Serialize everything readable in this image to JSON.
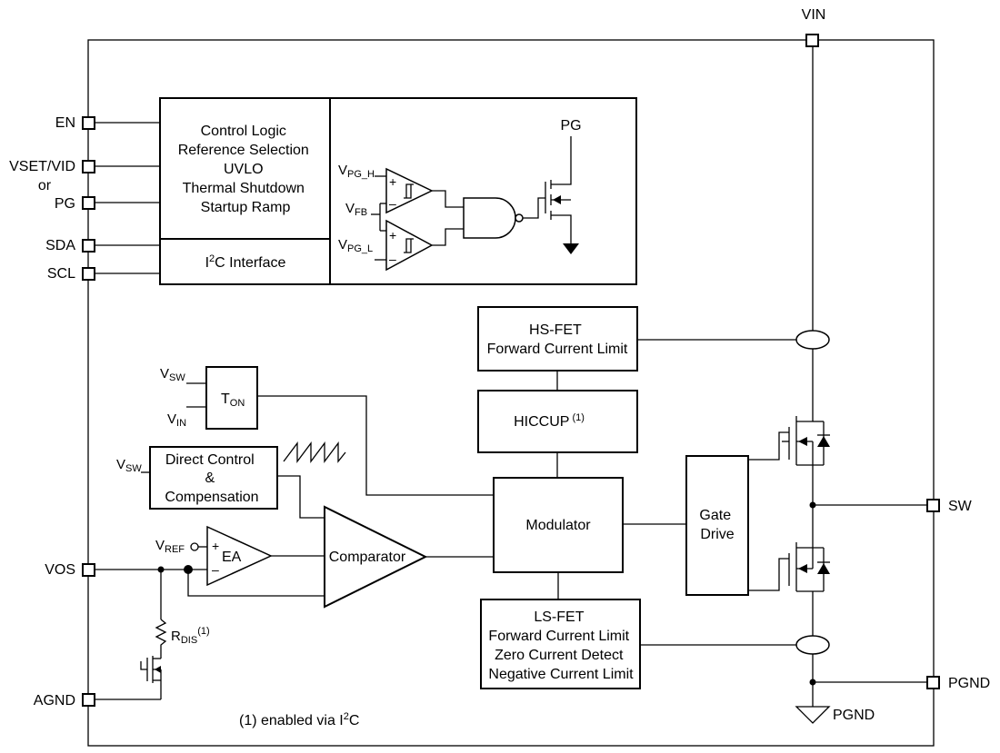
{
  "pins": {
    "vin": "VIN",
    "en": "EN",
    "vset": "VSET/VID",
    "or": "or",
    "pg_left": "PG",
    "sda": "SDA",
    "scl": "SCL",
    "vos": "VOS",
    "agnd": "AGND",
    "sw": "SW",
    "pgnd": "PGND",
    "pgnd_ground": "PGND"
  },
  "blocks": {
    "control_logic": [
      "Control Logic",
      "Reference Selection",
      "UVLO",
      "Thermal Shutdown",
      "Startup Ramp"
    ],
    "i2c": {
      "main": "I",
      "sup": "2",
      "rest": "C Interface"
    },
    "pg_out": "PG",
    "hs_fet": [
      "HS-FET",
      "Forward Current Limit"
    ],
    "hiccup": {
      "label": "HICCUP",
      "note": "(1)"
    },
    "ton": {
      "main": "T",
      "sub": "ON"
    },
    "direct_control": [
      "Direct Control",
      "&",
      "Compensation"
    ],
    "modulator": "Modulator",
    "gate_drive": [
      "Gate",
      "Drive"
    ],
    "comparator": "Comparator",
    "ea": "EA",
    "ls_fet": [
      "LS-FET",
      "Forward Current Limit",
      "Zero Current Detect",
      "Negative Current Limit"
    ]
  },
  "signals": {
    "vpg_h": {
      "main": "V",
      "sub": "PG_H"
    },
    "vfb": {
      "main": "V",
      "sub": "FB"
    },
    "vpg_l": {
      "main": "V",
      "sub": "PG_L"
    },
    "vsw_ton": {
      "main": "V",
      "sub": "SW"
    },
    "vin_ton": {
      "main": "V",
      "sub": "IN"
    },
    "vsw_dc": {
      "main": "V",
      "sub": "SW"
    },
    "vref": {
      "main": "V",
      "sub": "REF"
    },
    "rdis": {
      "main": "R",
      "sub": "DIS",
      "note": "(1)"
    },
    "plus": "+",
    "minus": "–"
  },
  "footnote": {
    "main": "(1) enabled via I",
    "sup": "2",
    "rest": "C"
  }
}
